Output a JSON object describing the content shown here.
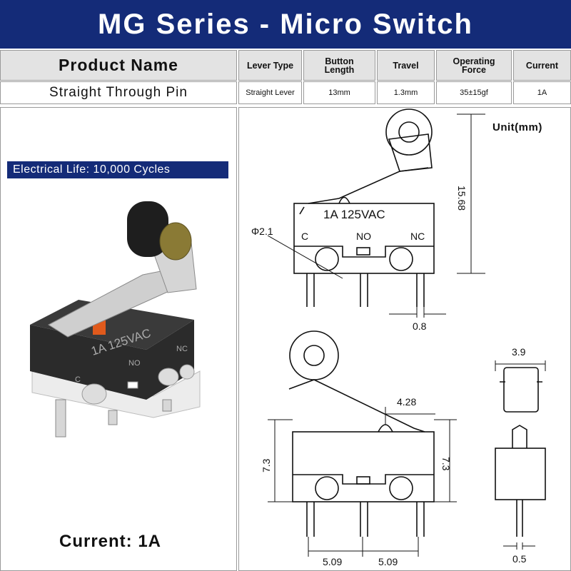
{
  "title": "MG Series - Micro Switch",
  "specs": {
    "product_name_label": "Product Name",
    "product_name_value": "Straight Through Pin",
    "lever_type_label": "Lever Type",
    "lever_type_value": "Straight Lever",
    "button_length_label_1": "Button",
    "button_length_label_2": "Length",
    "button_length_value": "13mm",
    "travel_label": "Travel",
    "travel_value": "1.3mm",
    "operating_force_label_1": "Operating",
    "operating_force_label_2": "Force",
    "operating_force_value": "35±15gf",
    "current_label": "Current",
    "current_value": "1A"
  },
  "photo": {
    "electrical_life": "Electrical Life: 10,000 Cycles",
    "current_caption": "Current: 1A",
    "body_print": "1A 125VAC",
    "pin_c": "C",
    "pin_no": "NO",
    "pin_nc": "NC"
  },
  "drawing": {
    "unit": "Unit(mm)",
    "body_print": "1A  125VAC",
    "pin_c": "C",
    "pin_no": "NO",
    "pin_nc": "NC",
    "dim_hole": "Φ2.1",
    "dim_height": "15.68",
    "dim_pin_width": "0.8",
    "dim_button": "4.28",
    "dim_body_left": "7.3",
    "dim_body_right": "7.3",
    "dim_pitch_1": "5.09",
    "dim_pitch_2": "5.09",
    "dim_side_width": "3.9",
    "dim_side_pin": "0.5"
  },
  "colors": {
    "banner": "#142b78",
    "header_bg": "#e3e3e3",
    "switch_body": "#2b2b2b",
    "switch_base": "#ececec",
    "roller": "#1e1e1e",
    "roller_axle": "#8a7a35",
    "actuator": "#e05a1c"
  }
}
